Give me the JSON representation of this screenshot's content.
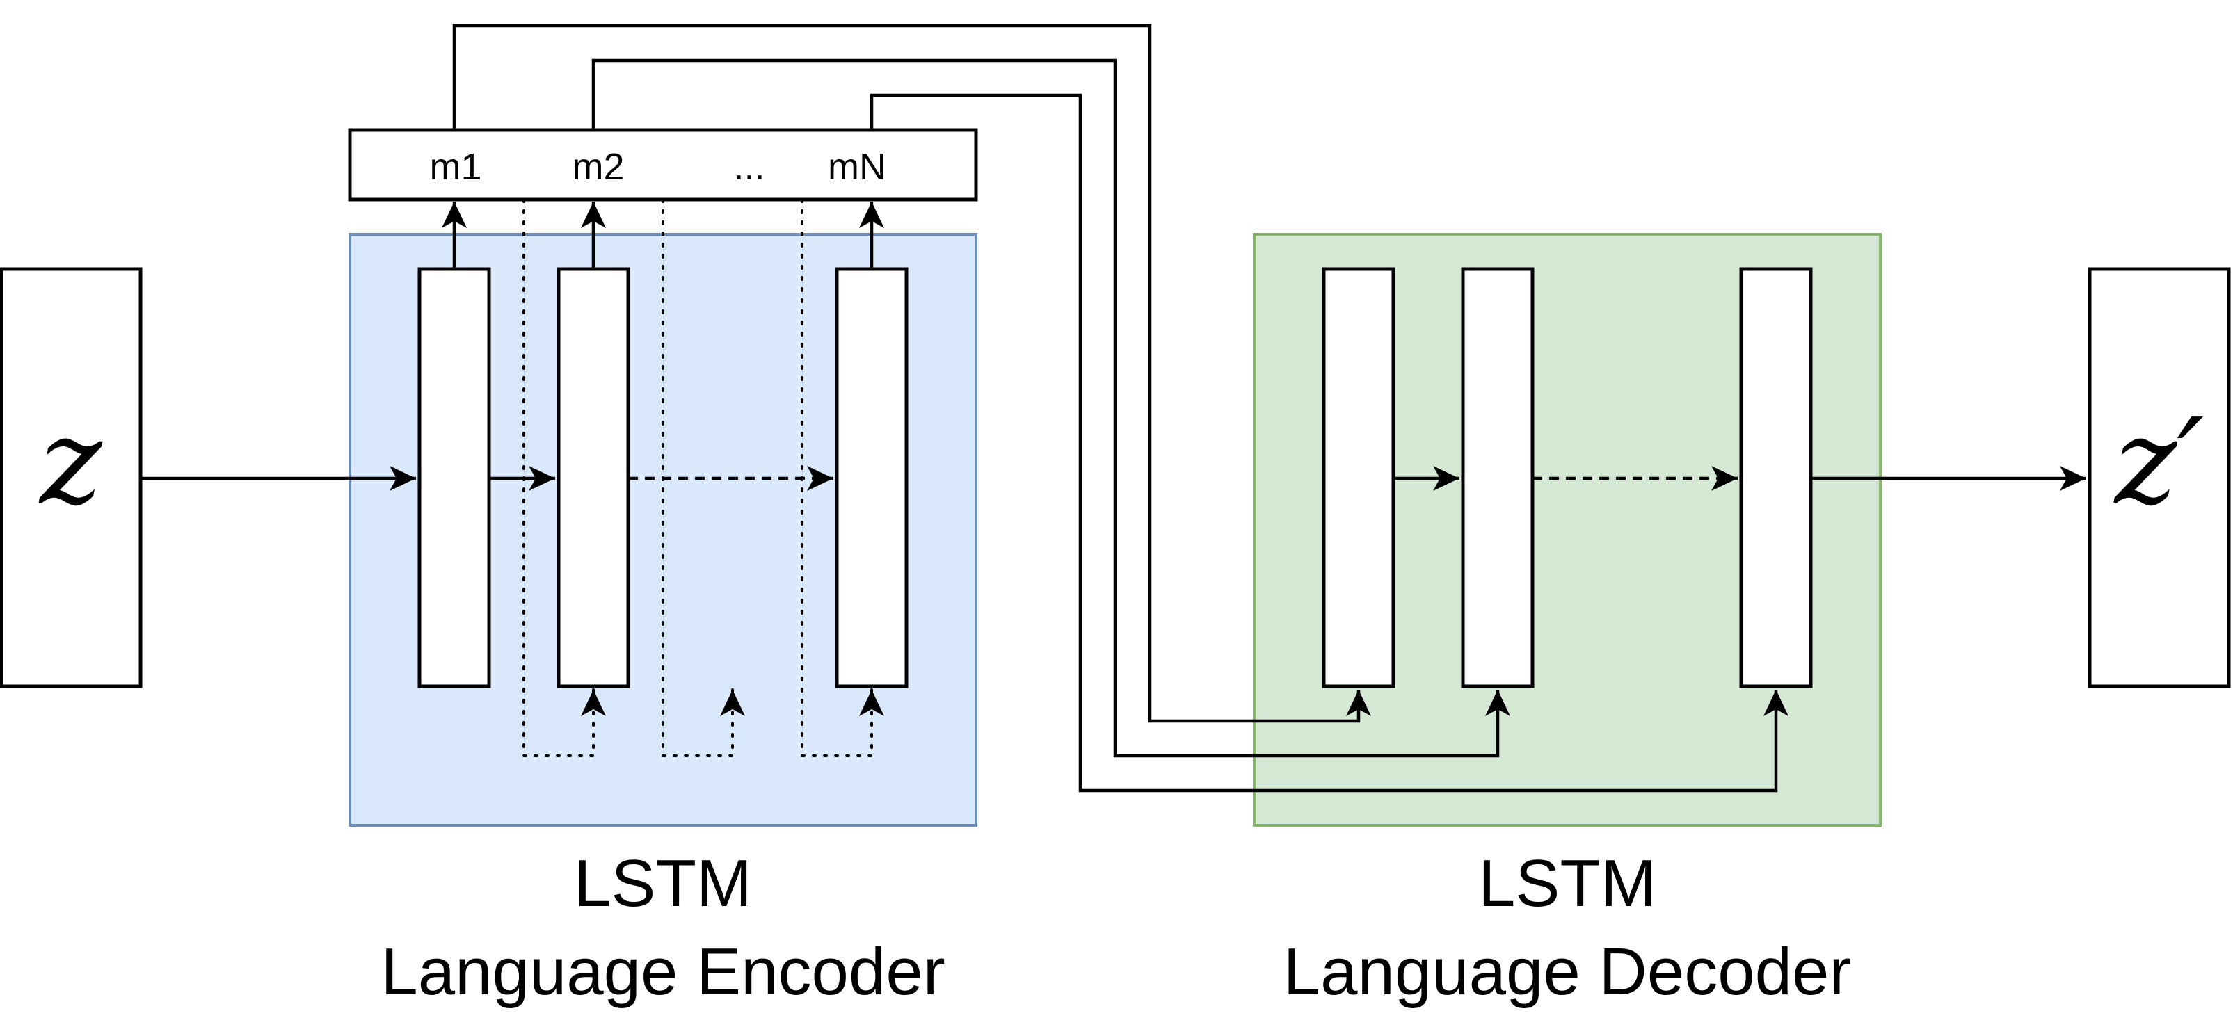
{
  "input": {
    "symbol": "z"
  },
  "output": {
    "symbol": "z′"
  },
  "memory": {
    "labels": [
      "m1",
      "m2",
      "...",
      "mN"
    ]
  },
  "encoder": {
    "title_line1": "LSTM",
    "title_line2": "Language Encoder",
    "fill": "#dae8fc",
    "stroke": "#6c8ebf"
  },
  "decoder": {
    "title_line1": "LSTM",
    "title_line2": "Language Decoder",
    "fill": "#d5e8d4",
    "stroke": "#82b366"
  }
}
